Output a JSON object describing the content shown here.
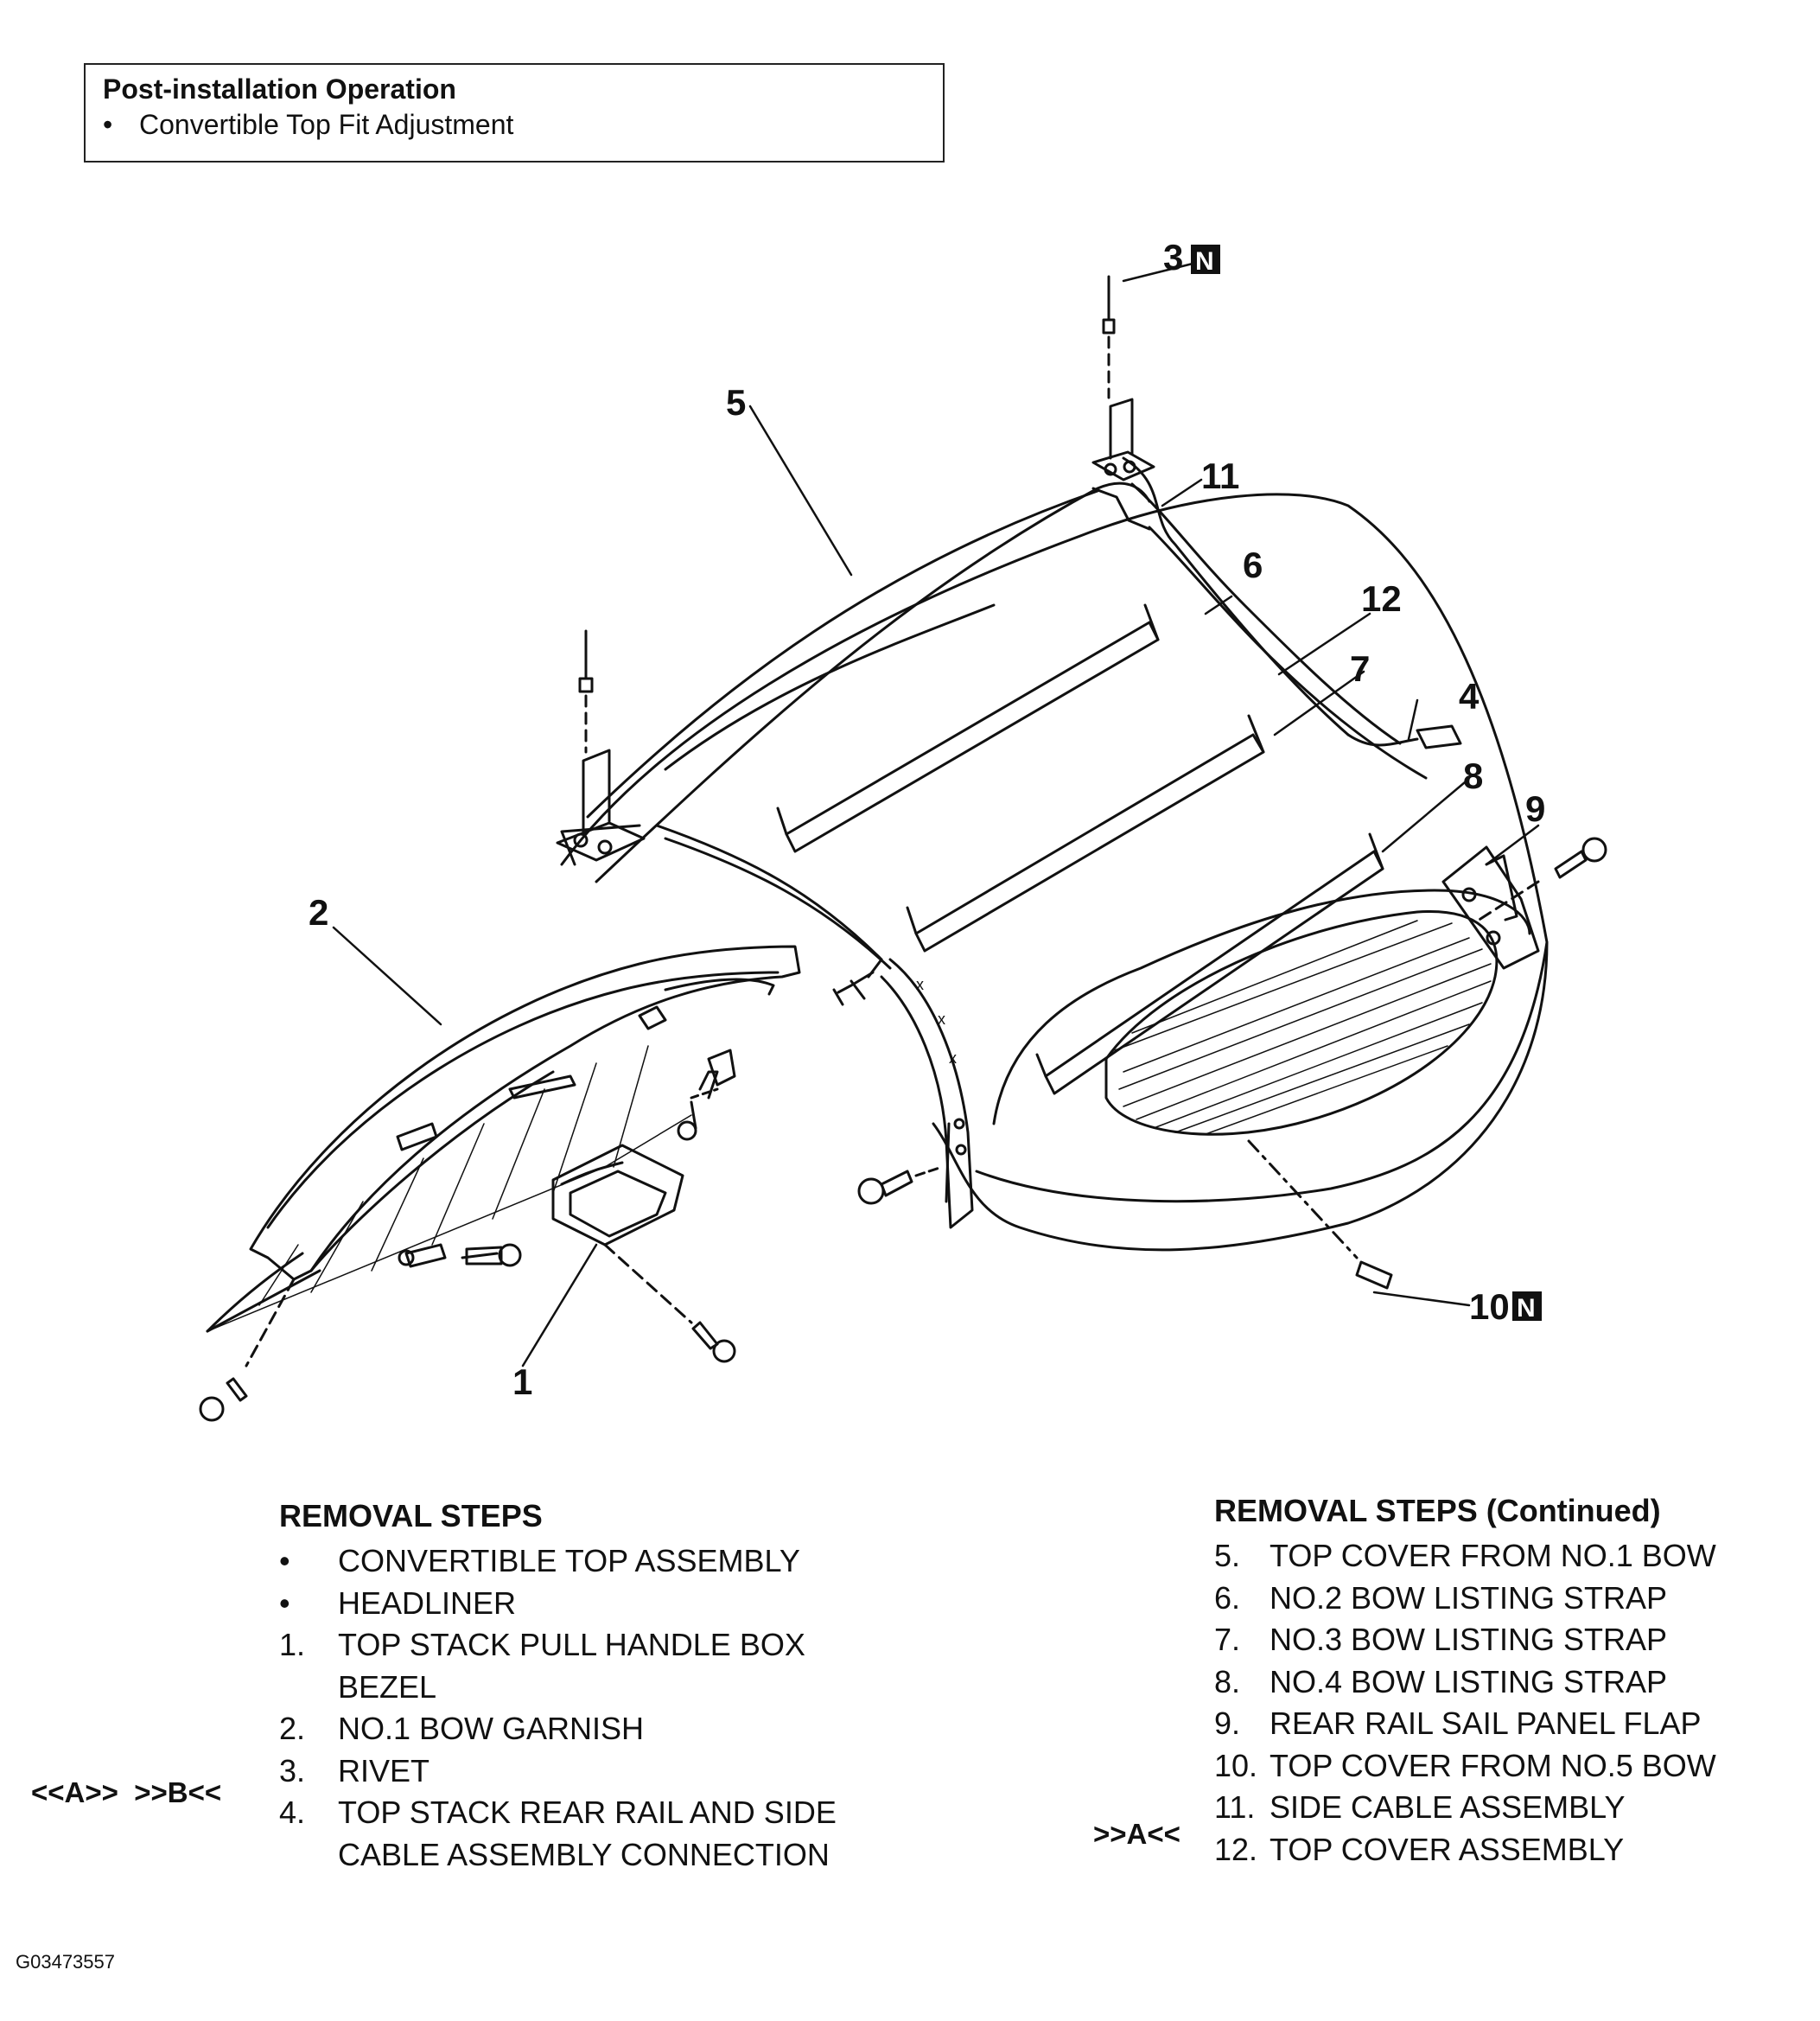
{
  "post_installation": {
    "title": "Post-installation Operation",
    "items": [
      "Convertible Top Fit Adjustment"
    ]
  },
  "callouts": {
    "c1": "1",
    "c2": "2",
    "c3": "3",
    "c4": "4",
    "c5": "5",
    "c6": "6",
    "c7": "7",
    "c8": "8",
    "c9": "9",
    "c10": "10",
    "c11": "11",
    "c12": "12",
    "new_part_badge": "N"
  },
  "removal_steps": {
    "title": "REMOVAL STEPS",
    "items": [
      {
        "num": "•",
        "text": "CONVERTIBLE TOP ASSEMBLY"
      },
      {
        "num": "•",
        "text": "HEADLINER"
      },
      {
        "num": "1.",
        "text": "TOP STACK PULL HANDLE BOX\nBEZEL"
      },
      {
        "num": "2.",
        "text": "NO.1 BOW GARNISH"
      },
      {
        "num": "3.",
        "text": "RIVET"
      },
      {
        "num": "4.",
        "text": "TOP STACK REAR RAIL AND SIDE\nCABLE ASSEMBLY CONNECTION"
      }
    ],
    "rivet_codes": "<<A>>  >>B<<"
  },
  "removal_steps_continued": {
    "title": "REMOVAL STEPS (Continued)",
    "items": [
      {
        "num": "5.",
        "text": "TOP COVER FROM NO.1 BOW"
      },
      {
        "num": "6.",
        "text": "NO.2 BOW LISTING STRAP"
      },
      {
        "num": "7.",
        "text": "NO.3 BOW LISTING STRAP"
      },
      {
        "num": "8.",
        "text": "NO.4 BOW LISTING STRAP"
      },
      {
        "num": "9.",
        "text": "REAR RAIL SAIL PANEL FLAP"
      },
      {
        "num": "10.",
        "text": "TOP COVER FROM NO.5 BOW"
      },
      {
        "num": "11.",
        "text": "SIDE CABLE ASSEMBLY"
      },
      {
        "num": "12.",
        "text": "TOP COVER ASSEMBLY"
      }
    ],
    "side_cable_code": ">>A<<"
  },
  "figure_id": "G03473557"
}
